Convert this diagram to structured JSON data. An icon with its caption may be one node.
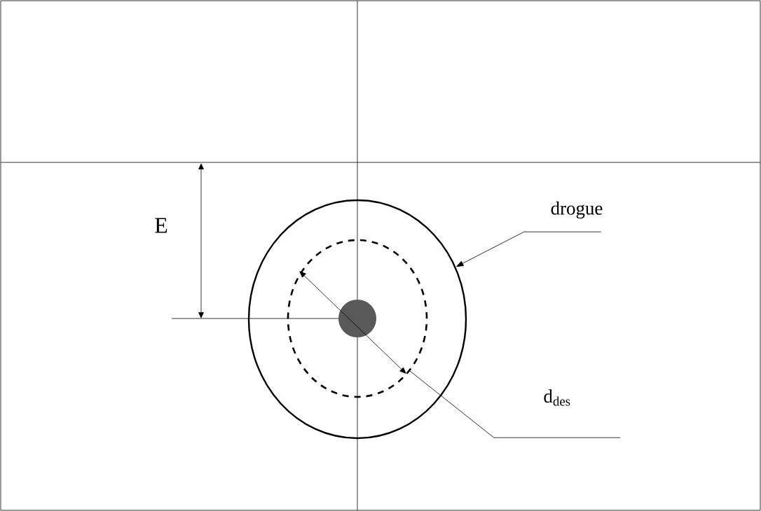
{
  "diagram": {
    "nodes": [
      {
        "text": [
          "drogue"
        ]
      },
      {
        "text": [],
        "shape": "circle"
      },
      {
        "text": [
          "d$_{des}$"
        ]
      },
      {
        "text": [],
        "shape": "circle",
        "in": 1
      }
    ],
    "edges": [
      {
        "from": 0,
        "to": 1,
        "arrow": "to"
      },
      {
        "from": 2,
        "to": 3,
        "arrow": "none"
      }
    ],
    "labels": [
      "E"
    ]
  }
}
